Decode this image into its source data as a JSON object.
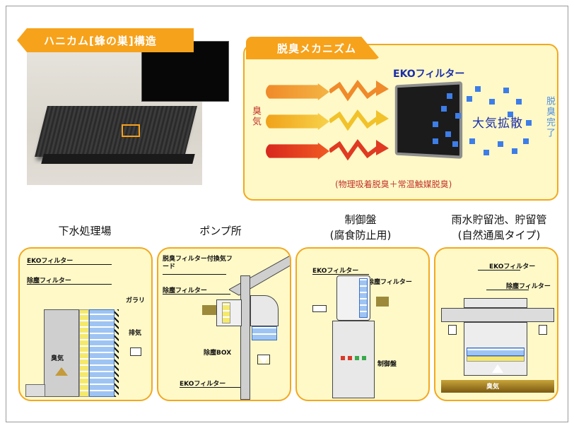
{
  "header": {
    "honeycomb_title": "ハニカム[蜂の巣]構造",
    "mechanism_title": "脱臭メカニズム"
  },
  "mechanism": {
    "filter_label": "EKOフィルター",
    "odor_label": "臭気",
    "gases": [
      "",
      "",
      ""
    ],
    "diffusion": "大気拡散",
    "result": "脱臭完了",
    "caption": "(物理吸着脱臭＋常温触媒脱臭)"
  },
  "sections": [
    {
      "title": "下水処理場"
    },
    {
      "title": "ポンプ所"
    },
    {
      "title": "制御盤",
      "sub": "(腐食防止用)"
    },
    {
      "title": "雨水貯留池、貯留管",
      "sub": "(自然通風タイプ)"
    }
  ],
  "scene1": {
    "eko": "EKOフィルター",
    "dust": "除塵フィルター",
    "louver": "ガラリ",
    "exhaust": "排気",
    "odor": "臭気"
  },
  "scene2": {
    "hood": "脱臭フィルター付換気フード",
    "dust": "除塵フィルター",
    "box": "除塵BOX",
    "eko": "EKOフィルター"
  },
  "scene3": {
    "eko": "EKOフィルター",
    "dust": "除塵フィルター",
    "panel": "制御盤"
  },
  "scene4": {
    "eko": "EKOフィルター",
    "dust": "除塵フィルター",
    "odor": "臭気"
  },
  "colors": {
    "orange": "#f7a21b",
    "panel_bg": "#fff9c8",
    "accent_blue": "#1a2eaa",
    "accent_red": "#c0342a"
  }
}
